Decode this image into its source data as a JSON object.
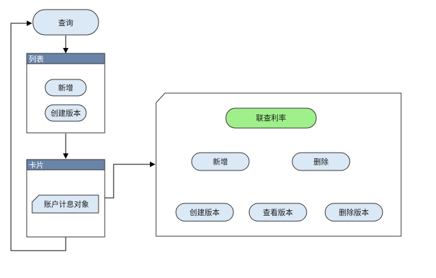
{
  "query": {
    "label": "查询"
  },
  "list_panel": {
    "title": "列表",
    "buttons": [
      {
        "label": "新增"
      },
      {
        "label": "创建版本"
      }
    ]
  },
  "card_panel": {
    "title": "卡片",
    "object_label": "账户计息对象"
  },
  "detail_panel": {
    "highlight": {
      "label": "联查利率"
    },
    "row1": [
      {
        "label": "新增"
      },
      {
        "label": "删除"
      }
    ],
    "row2": [
      {
        "label": "创建版本"
      },
      {
        "label": "查看版本"
      },
      {
        "label": "删除版本"
      }
    ]
  },
  "colors": {
    "pill_fill": "#dbe8f5",
    "header_fill": "#6a84a8",
    "highlight_fill": "#9ff08a",
    "stroke": "#333333"
  }
}
